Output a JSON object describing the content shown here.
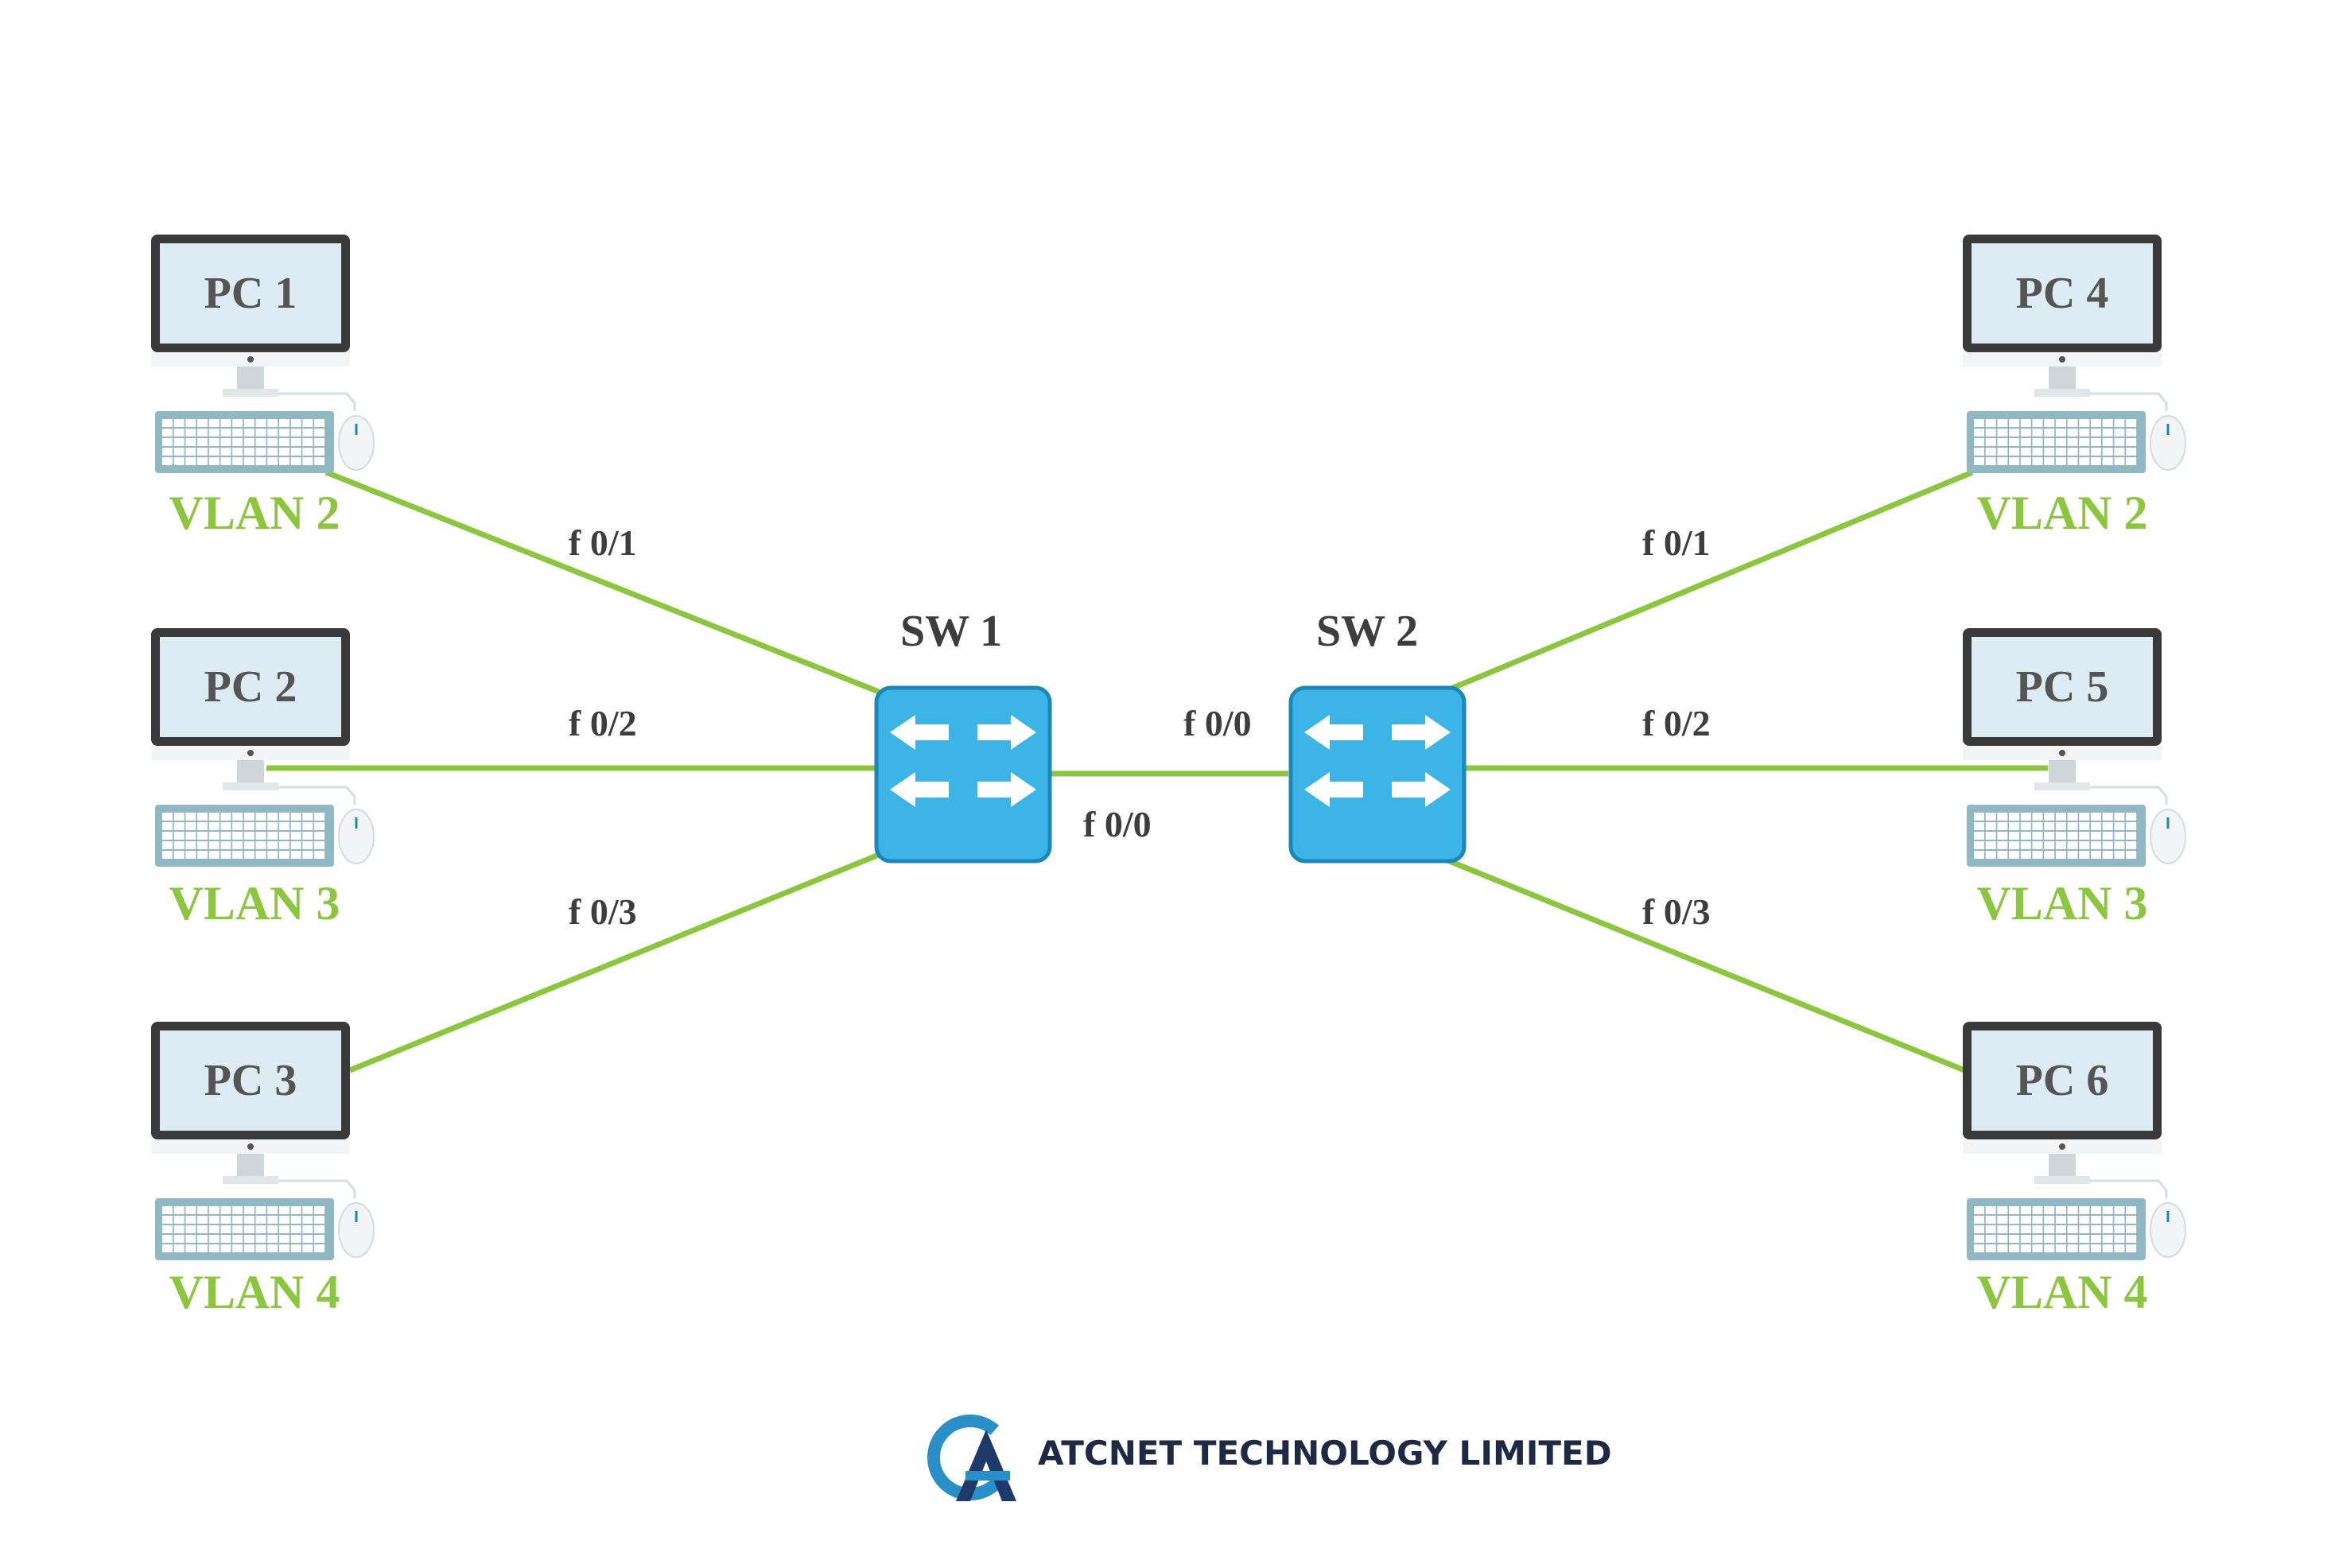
{
  "colors": {
    "link": "#8cc63f",
    "vlan_text": "#8cc63f",
    "switch_fill": "#3cb4e5",
    "switch_stroke": "#1c86b8",
    "monitor_frame": "#3a3a3a",
    "monitor_screen": "#dcecf2",
    "peripheral": "#8fb8c4",
    "brand_text": "#1e2a44",
    "logo_blue": "#2a8fc9",
    "logo_dark": "#1e3a6b"
  },
  "pcs": [
    {
      "id": "pc1",
      "name": "PC 1",
      "vlan": "VLAN 2"
    },
    {
      "id": "pc2",
      "name": "PC 2",
      "vlan": "VLAN 3"
    },
    {
      "id": "pc3",
      "name": "PC 3",
      "vlan": "VLAN 4"
    },
    {
      "id": "pc4",
      "name": "PC 4",
      "vlan": "VLAN 2"
    },
    {
      "id": "pc5",
      "name": "PC 5",
      "vlan": "VLAN 3"
    },
    {
      "id": "pc6",
      "name": "PC 6",
      "vlan": "VLAN 4"
    }
  ],
  "switches": [
    {
      "id": "sw1",
      "name": "SW 1",
      "icon": "switch-arrows-icon"
    },
    {
      "id": "sw2",
      "name": "SW 2",
      "icon": "switch-arrows-icon"
    }
  ],
  "links": [
    {
      "from": "pc1",
      "to": "sw1",
      "port": "f 0/1"
    },
    {
      "from": "pc2",
      "to": "sw1",
      "port": "f 0/2"
    },
    {
      "from": "pc3",
      "to": "sw1",
      "port": "f 0/3"
    },
    {
      "from": "pc4",
      "to": "sw2",
      "port": "f 0/1"
    },
    {
      "from": "pc5",
      "to": "sw2",
      "port": "f 0/2"
    },
    {
      "from": "pc6",
      "to": "sw2",
      "port": "f 0/3"
    },
    {
      "from": "sw1",
      "to": "sw2",
      "port_from": "f 0/0",
      "port_to": "f 0/0"
    }
  ],
  "brand": {
    "name": "ATCNET TECHNOLOGY LIMITED",
    "logo_icon": "atcnet-logo-icon"
  }
}
